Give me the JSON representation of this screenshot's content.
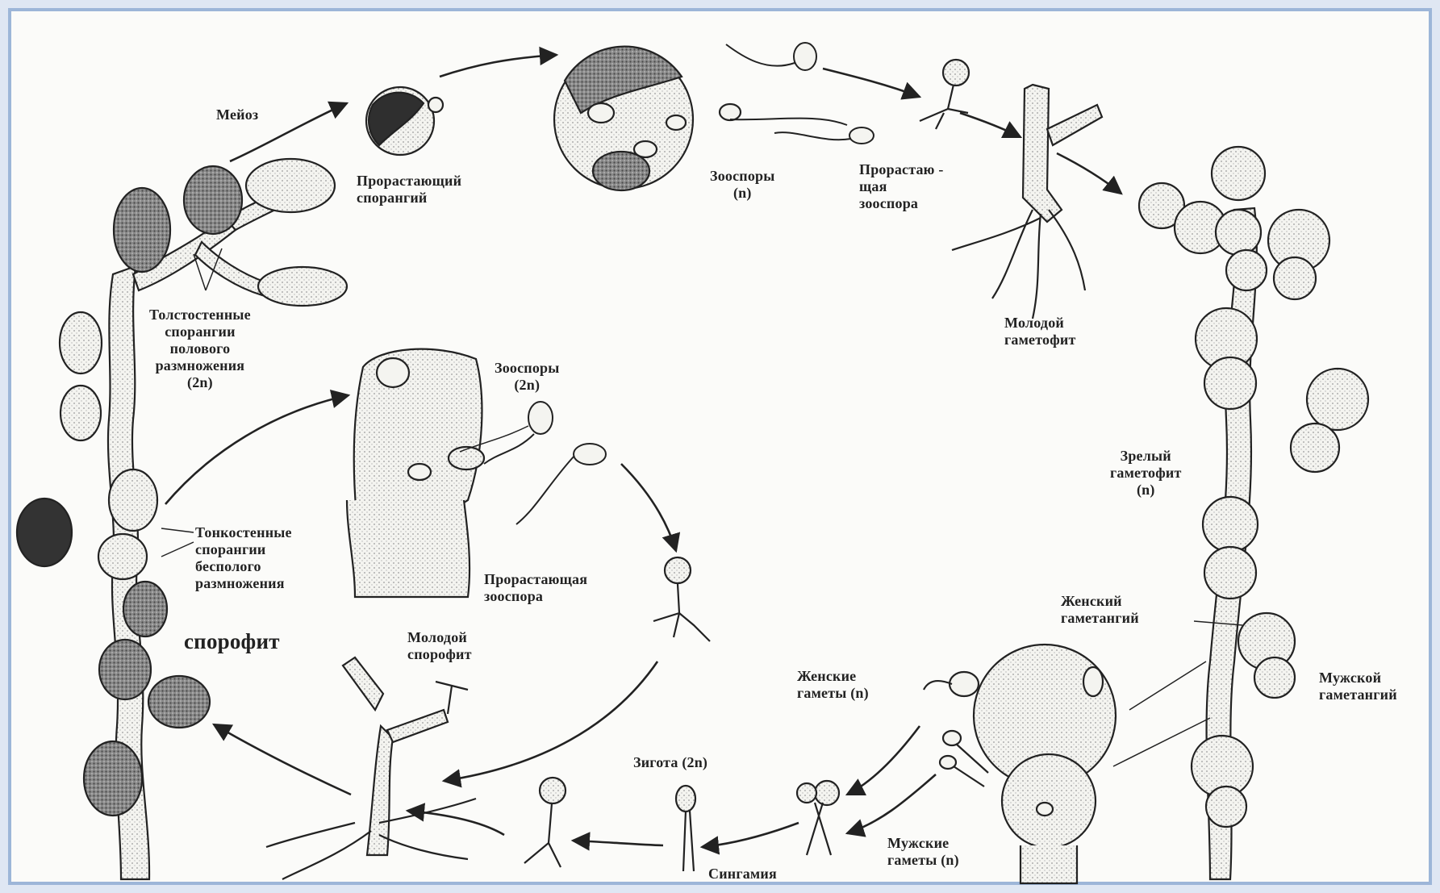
{
  "colors": {
    "background": "#fbfbf9",
    "frame": "#9db6d8",
    "ink": "#222222",
    "shade": "#8c8c8c",
    "dark": "#333333"
  },
  "labels": {
    "meiosis": "Мейоз",
    "germinating_sporangium": "Прорастающий\nспорангий",
    "zoospores_n": "Зооспоры\n(n)",
    "germinating_zoospore_top": "Прорастаю -\nщая\nзооспора",
    "young_gametophyte": "Молодой\nгаметофит",
    "thick_sporangia": "Толстостенные\nспорангии\nполового\nразмножения\n(2n)",
    "zoospores_2n": "Зооспоры\n(2n)",
    "mature_gametophyte": "Зрелый\nгаметофит\n(n)",
    "thin_sporangia": "Тонкостенные\nспорангии\nбесполого\nразмножения",
    "germinating_zoospore_mid": "Прорастающая\nзооспора",
    "female_gametangium": "Женский\nгаметангий",
    "sporophyte": "спорофит",
    "young_sporophyte": "Молодой\nспорофит",
    "female_gametes": "Женские\nгаметы (n)",
    "male_gametangium": "Мужской\nгаметангий",
    "zygote": "Зигота (2n)",
    "male_gametes": "Мужские\nгаметы (n)",
    "syngamy": "Сингамия"
  }
}
